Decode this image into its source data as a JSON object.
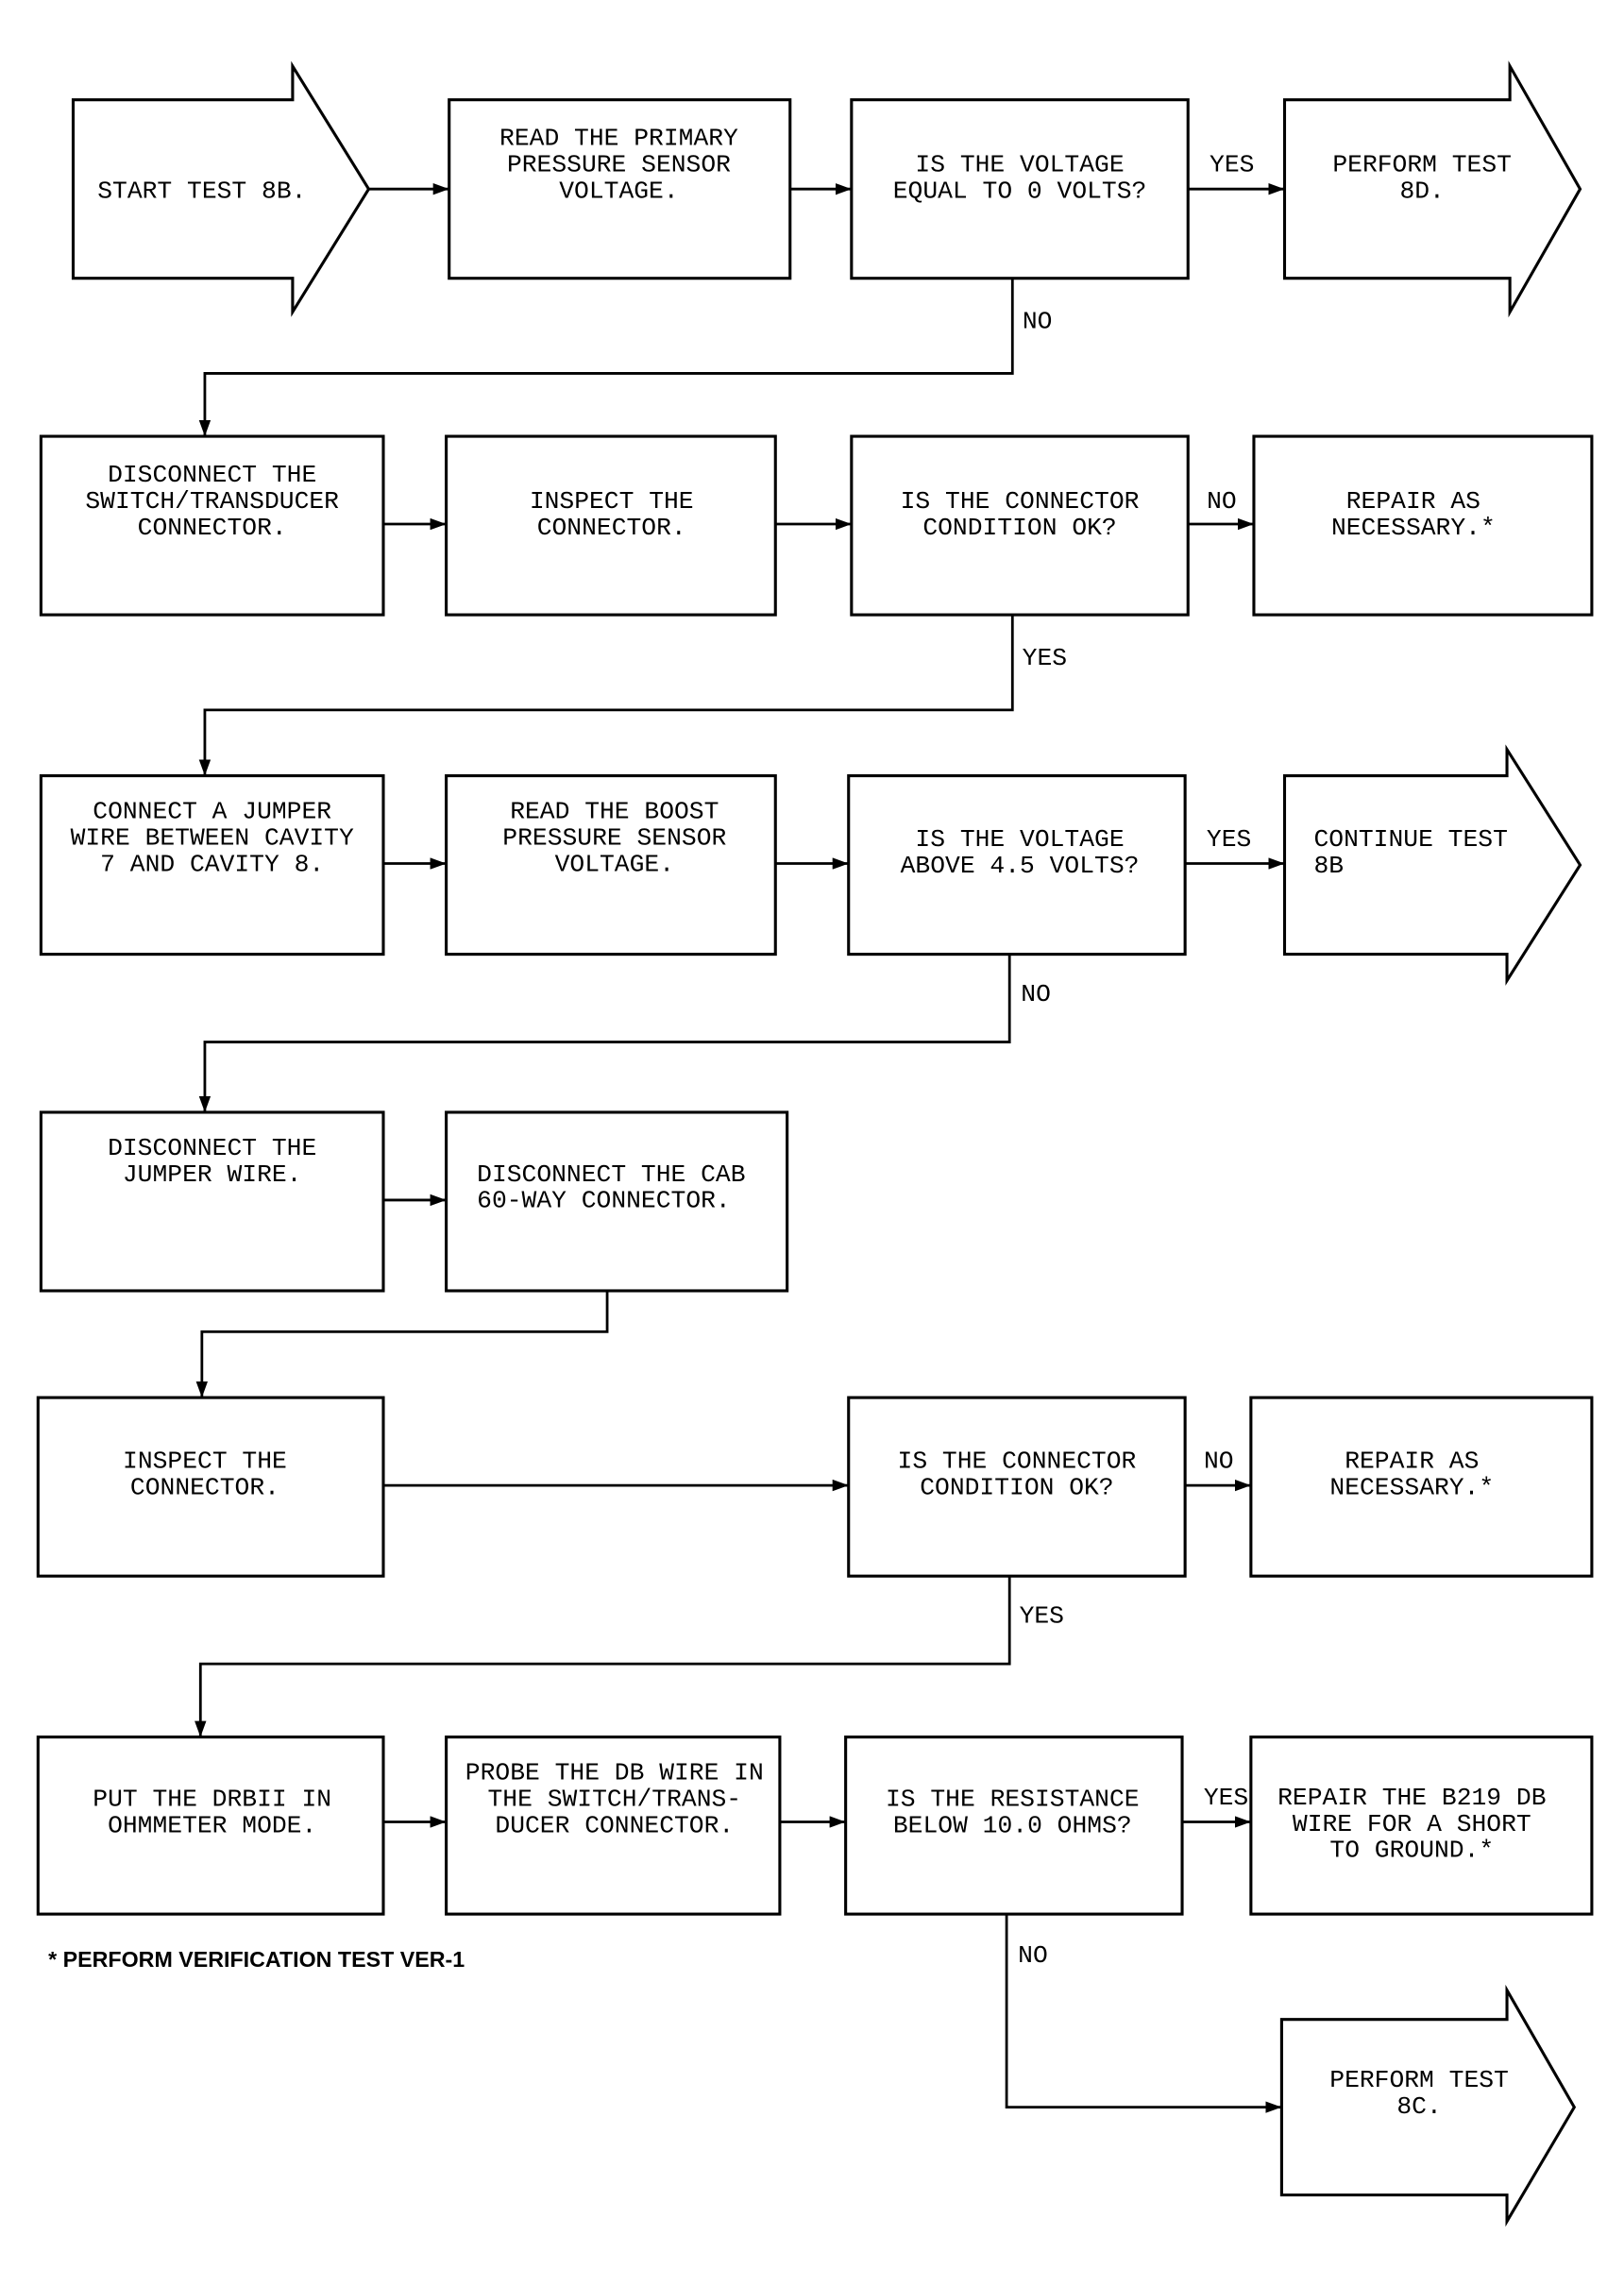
{
  "colors": {
    "ink": "#000000",
    "background": "#ffffff"
  },
  "nodes": {
    "start_test_8b": {
      "lines": [
        "START TEST 8B."
      ]
    },
    "read_primary_voltage": {
      "lines": [
        "READ THE PRIMARY",
        "PRESSURE SENSOR",
        "VOLTAGE."
      ]
    },
    "q_voltage_zero": {
      "lines": [
        "IS THE VOLTAGE",
        "EQUAL TO 0 VOLTS?"
      ]
    },
    "perform_test_8d": {
      "lines": [
        "PERFORM TEST",
        "8D."
      ]
    },
    "disconnect_switch_connector": {
      "lines": [
        "DISCONNECT THE",
        "SWITCH/TRANSDUCER",
        "CONNECTOR."
      ]
    },
    "inspect_connector_1": {
      "lines": [
        "INSPECT THE",
        "CONNECTOR."
      ]
    },
    "q_connector_ok_1": {
      "lines": [
        "IS THE CONNECTOR",
        "CONDITION OK?"
      ]
    },
    "repair_1": {
      "lines": [
        "REPAIR AS",
        "NECESSARY.*"
      ]
    },
    "connect_jumper": {
      "lines": [
        "CONNECT A JUMPER",
        "WIRE BETWEEN CAVITY",
        "7 AND CAVITY 8."
      ]
    },
    "read_boost_voltage": {
      "lines": [
        "READ THE BOOST",
        "PRESSURE SENSOR",
        "VOLTAGE."
      ]
    },
    "q_voltage_above": {
      "lines": [
        "IS THE VOLTAGE",
        "ABOVE 4.5 VOLTS?"
      ]
    },
    "continue_test_8b": {
      "lines": [
        "CONTINUE TEST",
        "8B"
      ]
    },
    "disconnect_jumper": {
      "lines": [
        "DISCONNECT THE",
        "JUMPER WIRE."
      ]
    },
    "disconnect_cab_connector": {
      "lines": [
        "DISCONNECT THE CAB",
        "60-WAY CONNECTOR."
      ]
    },
    "inspect_connector_2": {
      "lines": [
        "INSPECT THE",
        "CONNECTOR."
      ]
    },
    "q_connector_ok_2": {
      "lines": [
        "IS THE CONNECTOR",
        "CONDITION OK?"
      ]
    },
    "repair_2": {
      "lines": [
        "REPAIR AS",
        "NECESSARY.*"
      ]
    },
    "put_drbii_ohmmeter": {
      "lines": [
        "PUT THE DRBII IN",
        "OHMMETER MODE."
      ]
    },
    "probe_db_wire": {
      "lines": [
        "PROBE THE DB WIRE IN",
        "THE SWITCH/TRANS-",
        "DUCER CONNECTOR."
      ]
    },
    "q_resistance_below": {
      "lines": [
        "IS THE RESISTANCE",
        "BELOW 10.0 OHMS?"
      ]
    },
    "repair_b219": {
      "lines": [
        "REPAIR THE B219 DB",
        "WIRE FOR A SHORT",
        "TO GROUND.*"
      ]
    },
    "perform_test_8c": {
      "lines": [
        "PERFORM TEST",
        "8C."
      ]
    }
  },
  "edge_labels": {
    "q_voltage_zero_yes": "YES",
    "q_voltage_zero_no": "NO",
    "q_connector_ok_1_no": "NO",
    "q_connector_ok_1_yes": "YES",
    "q_voltage_above_yes": "YES",
    "q_voltage_above_no": "NO",
    "q_connector_ok_2_no": "NO",
    "q_connector_ok_2_yes": "YES",
    "q_resistance_below_yes": "YES",
    "q_resistance_below_no": "NO"
  },
  "footnote": "* PERFORM VERIFICATION TEST VER-1"
}
